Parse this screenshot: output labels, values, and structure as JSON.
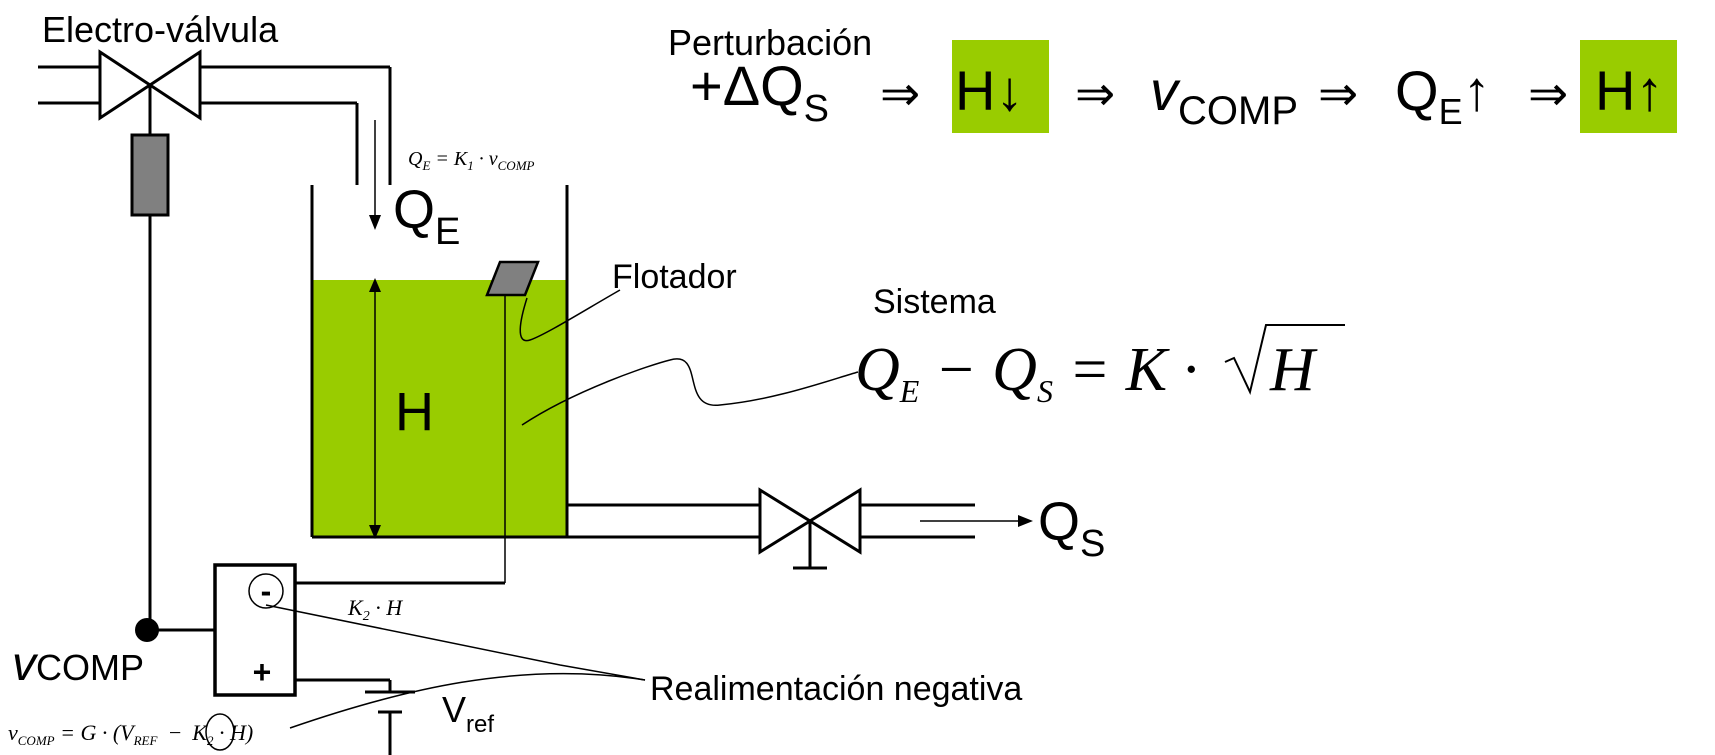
{
  "labels": {
    "valve_label": "Electro-válvula",
    "perturbation_label": "Perturbación",
    "flotador": "Flotador",
    "sistema": "Sistema",
    "level_label": "H",
    "inflow_symbol": "Q",
    "inflow_sub": "E",
    "outflow_symbol": "Q",
    "outflow_sub": "S",
    "vcomp_symbol": "v",
    "vcomp_sub": "COMP",
    "minus_sign": "-",
    "plus_sign": "+",
    "vref_symbol": "V",
    "vref_sub": "ref",
    "feedback_label": "Realimentación negativa"
  },
  "equations": {
    "inflow_eq_left": "Q",
    "inflow_eq_left_sub": "E",
    "inflow_eq_mid": " = K",
    "inflow_eq_k_sub": "1",
    "inflow_eq_dot": " · v",
    "inflow_eq_v_sub": "COMP",
    "sensor_eq_k": "K",
    "sensor_eq_k_sub": "2",
    "sensor_eq_rest": " · H",
    "system_q1": "Q",
    "system_q1_sub": "E",
    "system_minus": " − ",
    "system_q2": "Q",
    "system_q2_sub": "S",
    "system_eq_rest": " = K · ",
    "system_sqrt_arg": "H",
    "comp_v": "v",
    "comp_v_sub": "COMP",
    "comp_mid": " = G · (V",
    "comp_vref_sub": "REF",
    "comp_minus": "−",
    "comp_k": "K",
    "comp_k_sub": "2",
    "comp_tail": " · H)"
  },
  "chain": {
    "plus_delta": "+ΔQ",
    "plus_delta_sub": "S",
    "arrow1": "⇒",
    "h_down": "H↓",
    "arrow2": "⇒",
    "v": "v",
    "v_sub": "COMP",
    "arrow3": "⇒",
    "qe": "Q",
    "qe_sub": "E",
    "qe_up": "↑",
    "arrow4": "⇒",
    "h_up": "H↑"
  },
  "colors": {
    "liquid": "#99cc00",
    "float": "#808080",
    "actuator": "#808080",
    "highlight": "#99cc00"
  }
}
